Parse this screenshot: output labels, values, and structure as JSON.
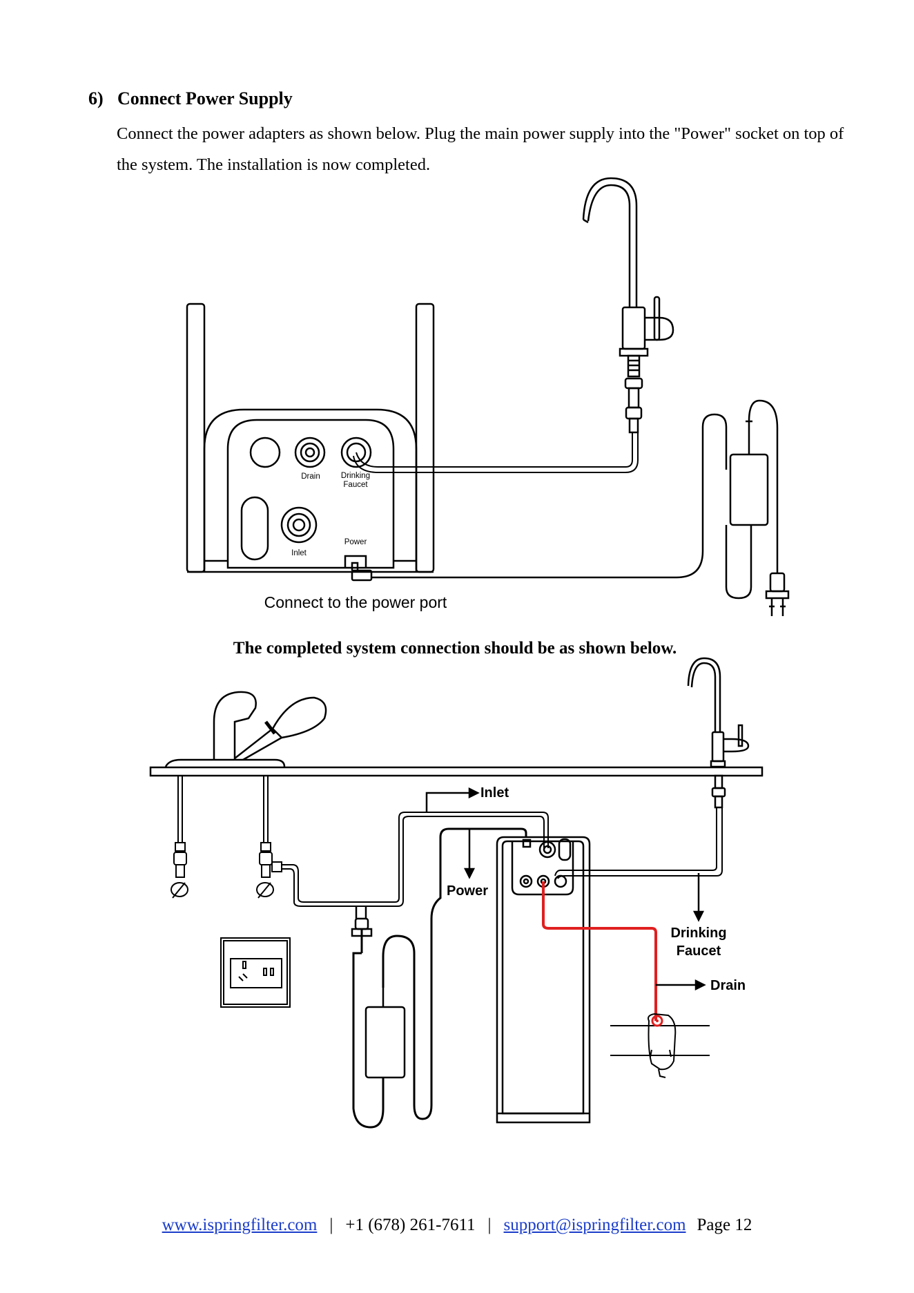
{
  "step": {
    "number": "6)",
    "title": "Connect Power Supply",
    "body": "Connect the power adapters as shown below. Plug the main power supply into the \"Power\" socket on top of the system. The installation is now completed."
  },
  "figure1": {
    "label_drain": "Drain",
    "label_drinking": "Drinking",
    "label_faucet": "Faucet",
    "label_inlet": "Inlet",
    "label_power": "Power",
    "caption": "Connect to the power port"
  },
  "caption_completed": "The completed system connection should be as shown below.",
  "figure2": {
    "label_inlet": "Inlet",
    "label_power": "Power",
    "label_drinking": "Drinking",
    "label_faucet": "Faucet",
    "label_drain": "Drain",
    "drain_line_color": "#e02020"
  },
  "footer": {
    "website": "www.ispringfilter.com",
    "phone": "+1 (678) 261-7611",
    "email": "support@ispringfilter.com",
    "page": "Page 12",
    "link_color": "#1a3cc9"
  }
}
